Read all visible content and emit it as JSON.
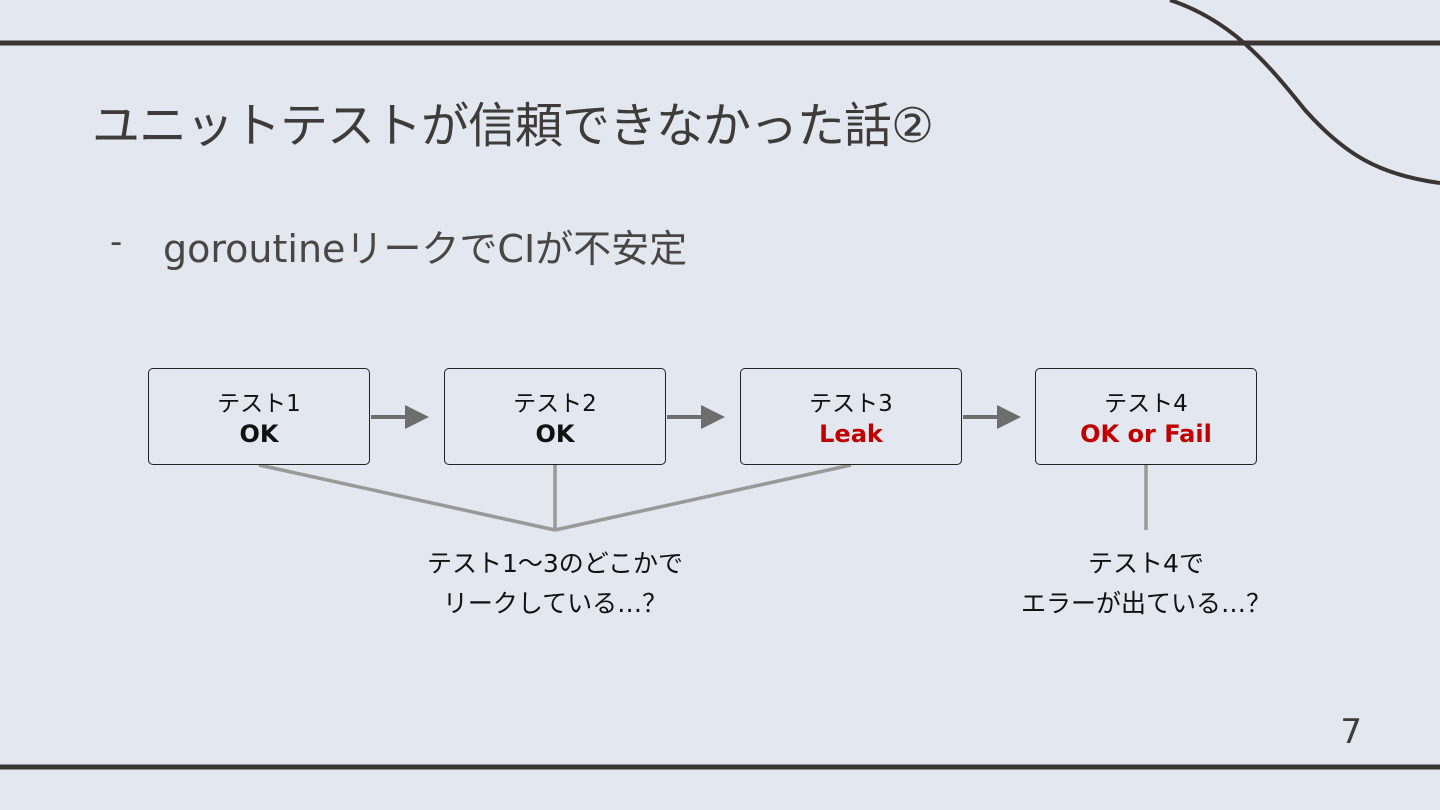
{
  "slide": {
    "title": "ユニットテストが信頼できなかった話②",
    "bullet_marker": "-",
    "bullet": "goroutineリークでCIが不安定",
    "page_number": "7"
  },
  "diagram": {
    "steps": [
      {
        "name": "テスト1",
        "status": "OK",
        "status_color": "#111111"
      },
      {
        "name": "テスト2",
        "status": "OK",
        "status_color": "#111111"
      },
      {
        "name": "テスト3",
        "status": "Leak",
        "status_color": "#c00000"
      },
      {
        "name": "テスト4",
        "status": "OK or Fail",
        "status_color": "#c00000"
      }
    ],
    "note_left": {
      "line1": "テスト1～3のどこかで",
      "line2": "リークしている…？"
    },
    "note_right": {
      "line1": "テスト4で",
      "line2": "エラーが出ている…？"
    }
  },
  "colors": {
    "background": "#e2e7f0",
    "rule": "#3a3433",
    "connector": "#999999",
    "arrow": "#6e6e6e"
  }
}
